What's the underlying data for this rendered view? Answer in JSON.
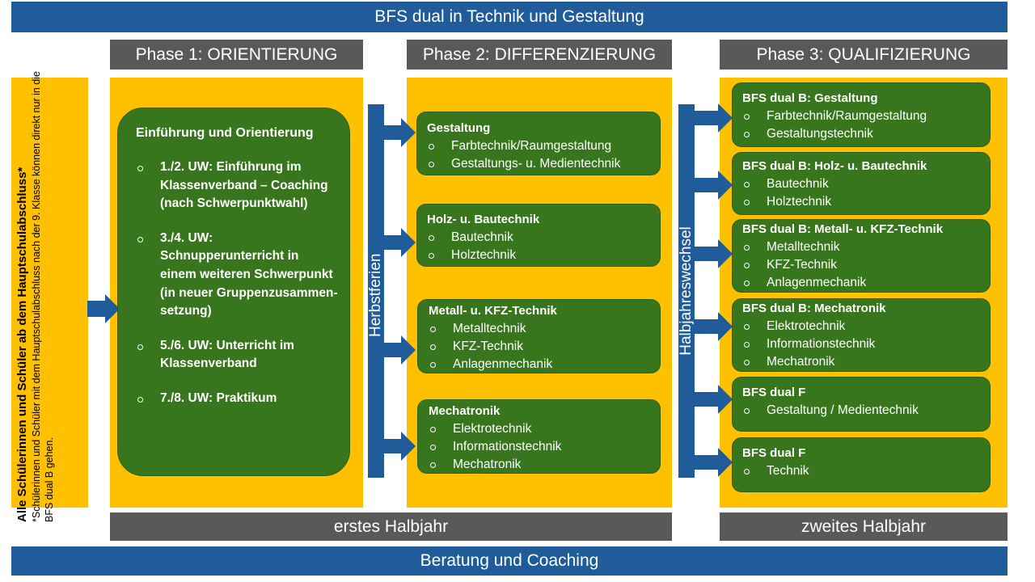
{
  "header": {
    "title": "BFS dual in Technik und Gestaltung"
  },
  "footer": {
    "title": "Beratung und Coaching"
  },
  "phases": [
    {
      "label": "Phase 1: ORIENTIERUNG"
    },
    {
      "label": "Phase 2: DIFFERENZIERUNG"
    },
    {
      "label": "Phase 3: QUALIFIZIERUNG"
    }
  ],
  "semesters": {
    "first": "erstes Halbjahr",
    "second": "zweites Halbjahr"
  },
  "side": {
    "main": "Alle Schülerinnen und Schüler ab dem Hauptschulabschluss*",
    "note": "*Schülerinnen und Schüler mit dem Hauptschulabschluss nach der 9. Klasse können direkt nur in die BFS dual B gehen."
  },
  "phase1": {
    "title": "Einführung und Orientierung",
    "items": [
      "1./2. UW: Einführung im Klassenverband – Coaching (nach Schwerpunktwahl)",
      "3./4. UW: Schnupperunterricht in einem weiteren Schwerpunkt  (in neuer Gruppenzusammen-setzung)",
      "5./6. UW: Unterricht im Klassenverband",
      "7./8. UW: Praktikum"
    ]
  },
  "bars": {
    "herbst": "Herbstferien",
    "halbjahr": "Halbjahreswechsel"
  },
  "phase2": [
    {
      "title": "Gestaltung",
      "items": [
        "Farbtechnik/Raumgestaltung",
        "Gestaltungs- u. Medientechnik"
      ]
    },
    {
      "title": "Holz- u. Bautechnik",
      "items": [
        "Bautechnik",
        "Holztechnik"
      ]
    },
    {
      "title": "Metall- u. KFZ-Technik",
      "items": [
        "Metalltechnik",
        "KFZ-Technik",
        "Anlagenmechanik"
      ]
    },
    {
      "title": "Mechatronik",
      "items": [
        "Elektrotechnik",
        "Informationstechnik",
        "Mechatronik"
      ]
    }
  ],
  "phase3": [
    {
      "title": "BFS dual B: Gestaltung",
      "items": [
        "Farbtechnik/Raumgestaltung",
        "Gestaltungstechnik"
      ]
    },
    {
      "title": "BFS dual B: Holz- u. Bautechnik",
      "items": [
        "Bautechnik",
        "Holztechnik"
      ]
    },
    {
      "title": "BFS dual B: Metall- u. KFZ-Technik",
      "items": [
        "Metalltechnik",
        "KFZ-Technik",
        "Anlagenmechanik"
      ]
    },
    {
      "title": "BFS dual B: Mechatronik",
      "items": [
        "Elektrotechnik",
        "Informationstechnik",
        "Mechatronik"
      ]
    },
    {
      "title": "BFS dual F",
      "items": [
        "Gestaltung / Medientechnik"
      ]
    },
    {
      "title": "BFS dual F",
      "items": [
        "Technik"
      ]
    }
  ],
  "colors": {
    "blue": "#1f5c99",
    "gray": "#595959",
    "yellow": "#ffc000",
    "green": "#38761d"
  }
}
